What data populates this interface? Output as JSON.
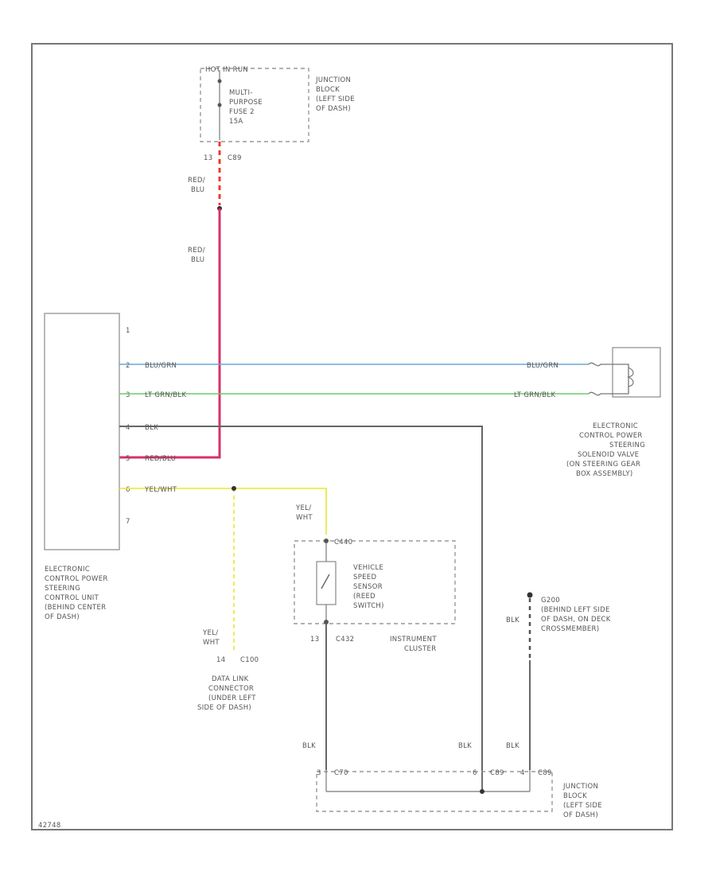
{
  "diagram": {
    "fuse_block": {
      "header": "HOT IN RUN",
      "fuse_lines": [
        "MULTI-",
        "PURPOSE",
        "FUSE 2",
        "15A"
      ],
      "label_lines": [
        "JUNCTION",
        "BLOCK",
        "(LEFT SIDE",
        "OF DASH)"
      ],
      "pin": "13",
      "connector": "C89"
    },
    "wires": {
      "red_blu_top": [
        "RED/",
        "BLU"
      ],
      "red_blu_mid": [
        "RED/",
        "BLU"
      ],
      "blu_grn_left": "BLU/GRN",
      "blu_grn_right": "BLU/GRN",
      "lt_grn_blk_left": "LT GRN/BLK",
      "lt_grn_blk_right": "LT GRN/BLK",
      "blk_left": "BLK",
      "red_blu_left": "RED/BLU",
      "yel_wht_left": "YEL/WHT",
      "yel_wht_vss": [
        "YEL/",
        "WHT"
      ],
      "yel_wht_dlc": [
        "YEL/",
        "WHT"
      ],
      "blk_vss": "BLK",
      "blk_mid": "BLK",
      "blk_ground": "BLK",
      "blk_ground_upper": "BLK"
    },
    "control_unit": {
      "pins": [
        "1",
        "2",
        "3",
        "4",
        "5",
        "6",
        "7"
      ],
      "label_lines": [
        "ELECTRONIC",
        "CONTROL POWER",
        "STEERING",
        "CONTROL UNIT",
        "(BEHIND CENTER",
        "OF DASH)"
      ]
    },
    "solenoid": {
      "label_lines": [
        "ELECTRONIC",
        "CONTROL POWER",
        "STEERING",
        "SOLENOID VALVE",
        "(ON STEERING GEAR",
        "BOX ASSEMBLY)"
      ]
    },
    "vss": {
      "connector_top": "C440",
      "label_lines": [
        "VEHICLE",
        "SPEED",
        "SENSOR",
        "(REED",
        "SWITCH)"
      ],
      "pin": "13",
      "connector_bottom": "C432",
      "cluster_lines": [
        "INSTRUMENT",
        "CLUSTER"
      ]
    },
    "dlc": {
      "pin": "14",
      "connector": "C100",
      "label_lines": [
        "DATA LINK",
        "CONNECTOR",
        "(UNDER LEFT",
        "SIDE OF DASH)"
      ]
    },
    "ground": {
      "id": "G200",
      "label_lines": [
        "(BEHIND LEFT SIDE",
        "OF DASH, ON DECK",
        "CROSSMEMBER)"
      ]
    },
    "junction_bottom": {
      "pin1": "3",
      "conn1": "C70",
      "pin2": "6",
      "conn2": "C89",
      "pin3": "4",
      "conn3": "C89",
      "label_lines": [
        "JUNCTION",
        "BLOCK",
        "(LEFT SIDE",
        "OF DASH)"
      ]
    },
    "figure_id": "42748"
  },
  "colors": {
    "red_blu": "#d8306a",
    "red_dash": "#ee3a2a",
    "blu_grn": "#6aa8d8",
    "lt_grn_blk": "#6ccc6c",
    "blk": "#666666",
    "yel_wht": "#e8e830"
  }
}
